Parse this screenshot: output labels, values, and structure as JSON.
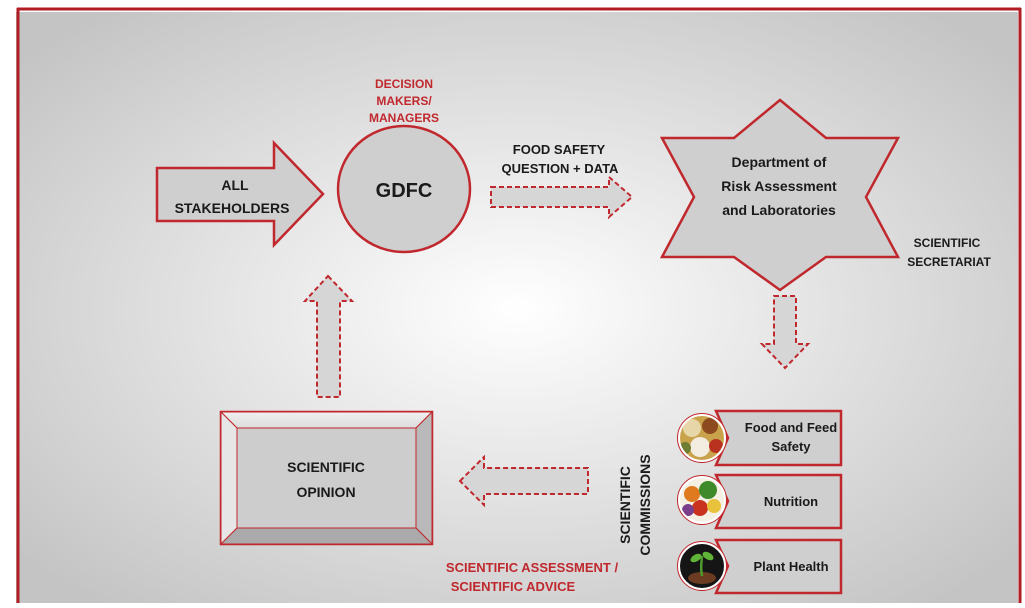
{
  "colors": {
    "accent_red": "#c0282d",
    "shape_fill": "#cfcfcf",
    "background_center": "#ffffff",
    "background_edge": "#c4c4c4"
  },
  "stakeholders": {
    "line1": "ALL",
    "line2": "STAKEHOLDERS"
  },
  "decision_makers": {
    "line1": "DECISION",
    "line2": "MAKERS/",
    "line3": "MANAGERS"
  },
  "gdfc": {
    "label": "GDFC"
  },
  "question": {
    "line1": "FOOD SAFETY",
    "line2": "QUESTION + DATA"
  },
  "department": {
    "line1": "Department of",
    "line2": "Risk Assessment",
    "line3": "and Laboratories"
  },
  "secretariat": {
    "line1": "SCIENTIFIC",
    "line2": "SECRETARIAT"
  },
  "commissions": {
    "title_line1": "SCIENTIFIC",
    "title_line2": "COMMISSIONS",
    "items": [
      {
        "line1": "Food and Feed",
        "line2": "Safety",
        "icon": "food-icon"
      },
      {
        "line1": "Nutrition",
        "line2": "",
        "icon": "vegetables-icon"
      },
      {
        "line1": "Plant Health",
        "line2": "",
        "icon": "plant-icon"
      }
    ]
  },
  "opinion": {
    "line1": "SCIENTIFIC",
    "line2": "OPINION"
  },
  "assessment": {
    "line1": "SCIENTIFIC ASSESSMENT /",
    "line2": "SCIENTIFIC ADVICE"
  }
}
